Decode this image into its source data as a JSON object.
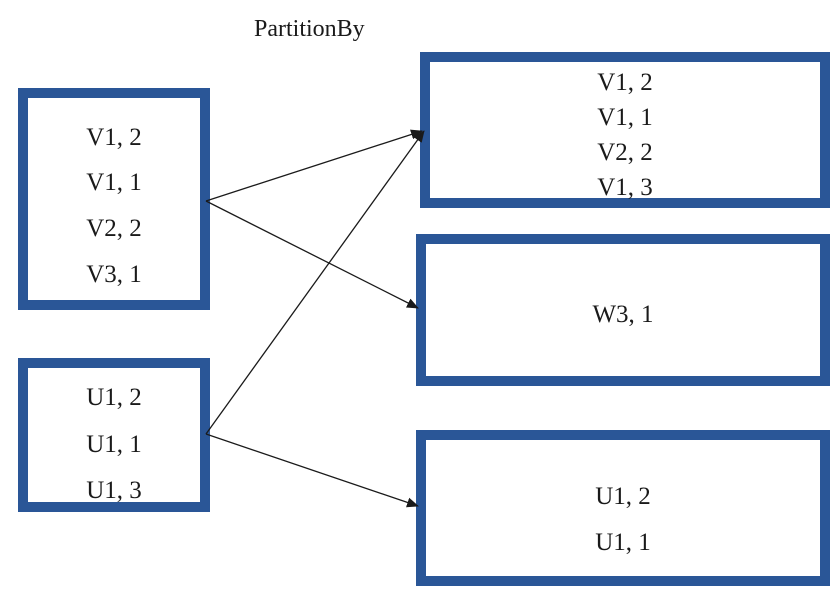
{
  "title": "PartitionBy",
  "colors": {
    "box_border": "#2a5697",
    "arrow": "#1a1a1a"
  },
  "inputs": [
    {
      "id": "V",
      "entries": [
        "V1, 2",
        "V1, 1",
        "V2, 2",
        "V3, 1"
      ]
    },
    {
      "id": "U",
      "entries": [
        "U1, 2",
        "U1, 1",
        "U1, 3"
      ]
    }
  ],
  "partitions": [
    {
      "id": "P1",
      "entries": [
        "V1, 2",
        "V1, 1",
        "V2, 2",
        "V1, 3"
      ]
    },
    {
      "id": "P2",
      "entries": [
        "W3, 1"
      ]
    },
    {
      "id": "P3",
      "entries": [
        "U1, 2",
        "U1, 1"
      ]
    }
  ],
  "edges": [
    {
      "from": "V",
      "to": "P1"
    },
    {
      "from": "V",
      "to": "P2"
    },
    {
      "from": "U",
      "to": "P1"
    },
    {
      "from": "U",
      "to": "P3"
    }
  ]
}
